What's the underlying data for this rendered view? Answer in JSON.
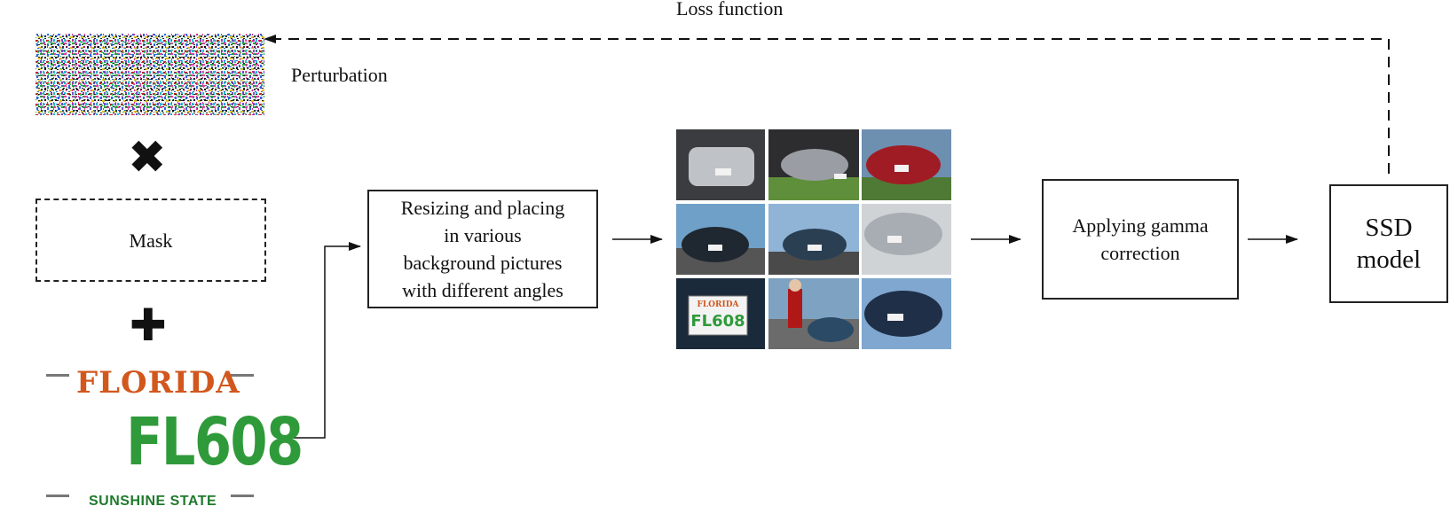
{
  "labels": {
    "loss_function": "Loss function",
    "perturbation": "Perturbation"
  },
  "boxes": {
    "mask": "Mask",
    "resize_lines": [
      "Resizing and placing",
      "in various",
      "background pictures",
      "with different angles"
    ],
    "gamma_lines": [
      "Applying gamma",
      "correction"
    ],
    "ssd_lines": [
      "SSD",
      "model"
    ]
  },
  "operators": {
    "multiply": "✖",
    "plus": "✚"
  },
  "plate": {
    "state": "FLORIDA",
    "number": "FL608",
    "motto": "SUNSHINE STATE",
    "state_color": "#d2571d",
    "number_color": "#2f9a3a"
  },
  "grid_images": {
    "plate_text": "FL608",
    "plate_state": "FLORIDA"
  },
  "icons": [
    "multiply-icon",
    "plus-icon",
    "perturbation-noise-image",
    "car-photo-grid"
  ]
}
